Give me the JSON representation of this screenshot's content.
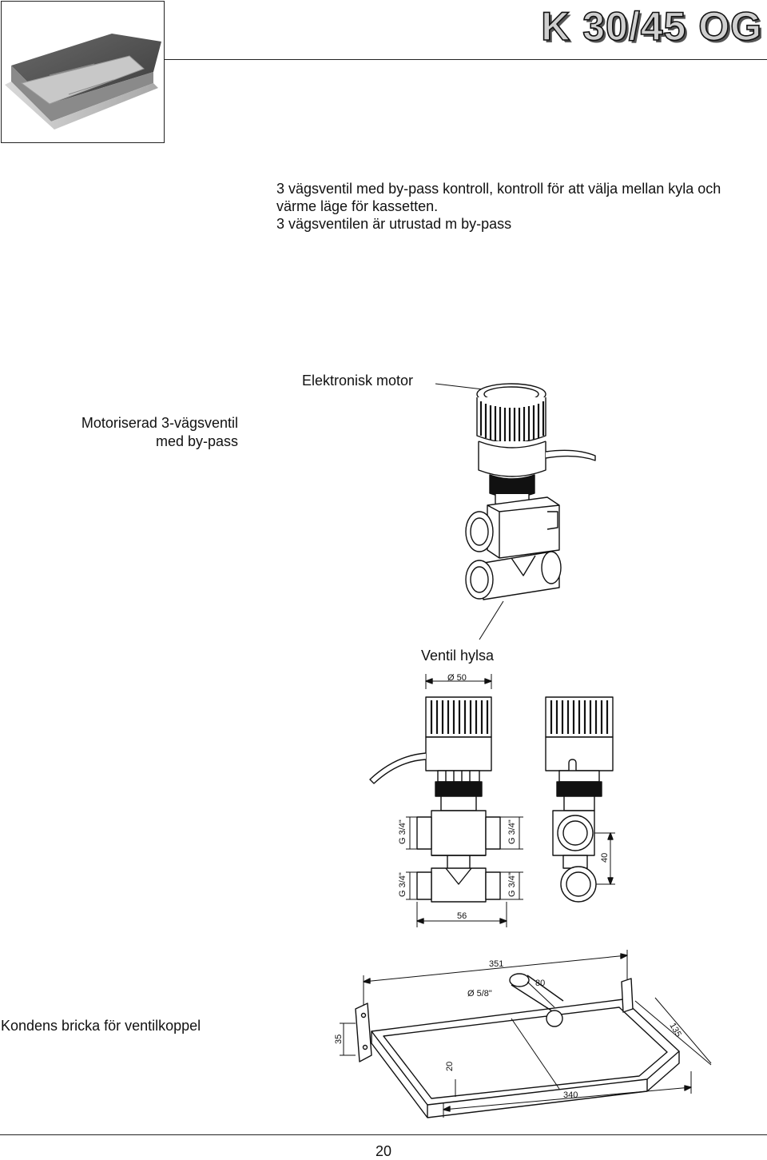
{
  "header": {
    "title": "K 30/45 OG"
  },
  "description": {
    "lines": [
      "3 vägsventil med by-pass kontroll, kontroll för att välja mellan kyla och",
      "värme läge för kassetten.",
      "3 vägsventilen är utrustad m by-pass"
    ]
  },
  "labels": {
    "motor": "Elektronisk motor",
    "valve_line1": "Motoriserad 3-vägsventil",
    "valve_line2": "med by-pass",
    "sleeve": "Ventil hylsa",
    "tray": "Kondens bricka för ventilkoppel"
  },
  "dimensions": {
    "valve_diameter": "Ø 50",
    "thread_top": "G 3/4\"",
    "thread_bottom": "G 3/4\"",
    "thread_right_top": "G 3/4\"",
    "thread_right_bottom": "G 3/4\"",
    "valve_width": "56",
    "valve_spacing": "40",
    "tray_length_top": "351",
    "tray_pipe_diameter": "Ø 5/8\"",
    "tray_offset": "80",
    "tray_depth": "135",
    "tray_bracket": "35",
    "tray_height": "20",
    "tray_length_bottom": "340"
  },
  "footer": {
    "page_number": "20"
  }
}
